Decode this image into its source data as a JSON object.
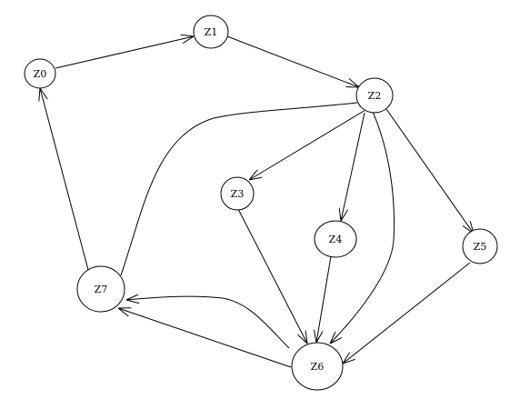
{
  "nodes": [
    {
      "id": "Z0",
      "label": "Z0"
    },
    {
      "id": "Z1",
      "label": "Z1"
    },
    {
      "id": "Z2",
      "label": "Z2"
    },
    {
      "id": "Z3",
      "label": "Z3"
    },
    {
      "id": "Z4",
      "label": "Z4"
    },
    {
      "id": "Z5",
      "label": "Z5"
    },
    {
      "id": "Z6",
      "label": "Z6"
    },
    {
      "id": "Z7",
      "label": "Z7"
    }
  ],
  "edges": [
    {
      "from": "Z0",
      "to": "Z1"
    },
    {
      "from": "Z1",
      "to": "Z2"
    },
    {
      "from": "Z2",
      "to": "Z3"
    },
    {
      "from": "Z2",
      "to": "Z4"
    },
    {
      "from": "Z2",
      "to": "Z5"
    },
    {
      "from": "Z2",
      "to": "Z6"
    },
    {
      "from": "Z2",
      "to": "Z7"
    },
    {
      "from": "Z3",
      "to": "Z6"
    },
    {
      "from": "Z4",
      "to": "Z6"
    },
    {
      "from": "Z5",
      "to": "Z6"
    },
    {
      "from": "Z6",
      "to": "Z7"
    },
    {
      "from": "Z6",
      "to": "Z7"
    },
    {
      "from": "Z7",
      "to": "Z0"
    }
  ],
  "colors": {
    "stroke": "#000000",
    "fill": "#ffffff",
    "background": "#ffffff"
  }
}
